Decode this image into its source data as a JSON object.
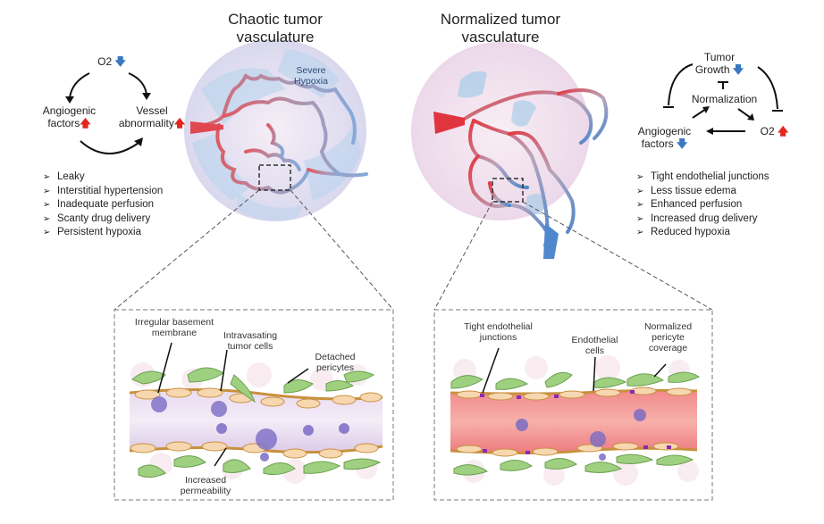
{
  "left_panel": {
    "title_line1": "Chaotic tumor",
    "title_line2": "vasculature",
    "cycle": {
      "o2": "O2",
      "o2_trend": "down",
      "angiogenic_line1": "Angiogenic",
      "angiogenic_line2": "factors",
      "angiogenic_trend": "up",
      "vessel_line1": "Vessel",
      "vessel_line2": "abnormality",
      "vessel_trend": "up"
    },
    "bullets": [
      "Leaky",
      "Interstitial hypertension",
      "Inadequate perfusion",
      "Scanty drug delivery",
      "Persistent hypoxia"
    ],
    "hypoxia_line1": "Severe",
    "hypoxia_line2": "Hypoxia",
    "inset_labels": {
      "basement_line1": "Irregular basement",
      "basement_line2": "membrane",
      "intravasating_line1": "Intravasating",
      "intravasating_line2": "tumor cells",
      "detached_line1": "Detached",
      "detached_line2": "pericytes",
      "permeability_line1": "Increased",
      "permeability_line2": "permeability"
    }
  },
  "right_panel": {
    "title_line1": "Normalized tumor",
    "title_line2": "vasculature",
    "cycle": {
      "tumor_line1": "Tumor",
      "tumor_line2": "Growth",
      "tumor_trend": "down",
      "normalization": "Normalization",
      "angiogenic_line1": "Angiogenic",
      "angiogenic_line2": "factors",
      "angiogenic_trend": "down",
      "o2": "O2",
      "o2_trend": "up"
    },
    "bullets": [
      "Tight endothelial junctions",
      "Less tissue edema",
      "Enhanced perfusion",
      "Increased drug delivery",
      "Reduced hypoxia"
    ],
    "inset_labels": {
      "junctions_line1": "Tight endothelial",
      "junctions_line2": "junctions",
      "endothelial_line1": "Endothelial",
      "endothelial_line2": "cells",
      "pericyte_line1": "Normalized",
      "pericyte_line2": "pericyte",
      "pericyte_line3": "coverage"
    }
  },
  "icons": {
    "up_arrow": "🡅",
    "down_arrow": "🡇",
    "bullet": "➢"
  },
  "colors": {
    "artery_red": "#e0404a",
    "vein_blue": "#5a8fcf",
    "hypoxia_blue": "#a8cbe6",
    "pericyte_green": "#9fd07f",
    "endothelial_tan": "#f6d7b0",
    "chaotic_lumen": "#e5d5ee",
    "normal_lumen": "#ef8a8a",
    "tumor_cell_purple": "#7b6bc4"
  }
}
